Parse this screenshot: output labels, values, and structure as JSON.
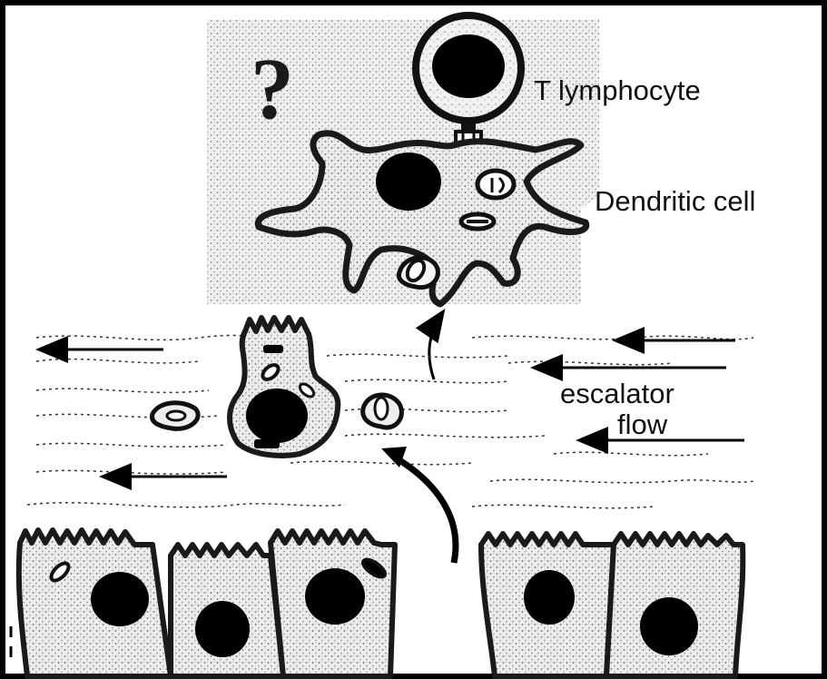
{
  "labels": {
    "question_mark": "?",
    "t_lymphocyte": "T lymphocyte",
    "dendritic_cell": "Dendritic cell",
    "escalator_line1": "escalator",
    "escalator_line2": "flow"
  },
  "colors": {
    "border": "#000000",
    "stipple_region": "#d9d9d9",
    "cell_fill": "#e4e4e4",
    "nucleus": "#000000",
    "outline": "#1a1a1a",
    "background": "#ffffff"
  }
}
